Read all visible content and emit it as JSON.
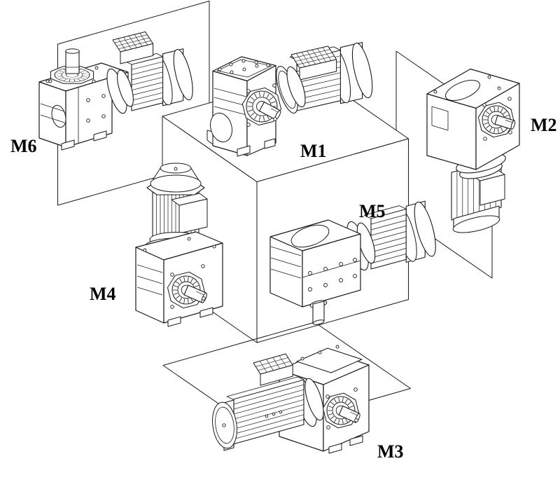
{
  "diagram": {
    "type": "technical-line-drawing",
    "subject": "Gearmotor mounting positions M1-M6 around a reference cube",
    "background_color": "#ffffff",
    "line_color": "#1a1a1a",
    "label_color": "#000000",
    "labels": [
      {
        "id": "m1",
        "text": "M1"
      },
      {
        "id": "m2",
        "text": "M2"
      },
      {
        "id": "m3",
        "text": "M3"
      },
      {
        "id": "m4",
        "text": "M4"
      },
      {
        "id": "m5",
        "text": "M5"
      },
      {
        "id": "m6",
        "text": "M6"
      }
    ],
    "machines": [
      {
        "id": "m1",
        "label": "M1",
        "position": "top face of cube",
        "orientation": "horizontal gearmotor, motor right, output shaft horizontal to front-right"
      },
      {
        "id": "m2",
        "label": "M2",
        "position": "right of cube on vertical plane",
        "orientation": "vertical gearmotor, motor hanging below, output shaft horizontal to the right"
      },
      {
        "id": "m3",
        "label": "M3",
        "position": "below cube on floor plane",
        "orientation": "horizontal gearmotor, motor left, output shaft horizontal to the right"
      },
      {
        "id": "m4",
        "label": "M4",
        "position": "left face of cube",
        "orientation": "vertical gearmotor, motor on top, output shaft horizontal to the right"
      },
      {
        "id": "m5",
        "label": "M5",
        "position": "front-right face of cube",
        "orientation": "horizontal gearmotor, motor right, output shaft pointing down"
      },
      {
        "id": "m6",
        "label": "M6",
        "position": "upper left on vertical plane",
        "orientation": "horizontal gearmotor, motor right, output shaft pointing up"
      }
    ]
  }
}
